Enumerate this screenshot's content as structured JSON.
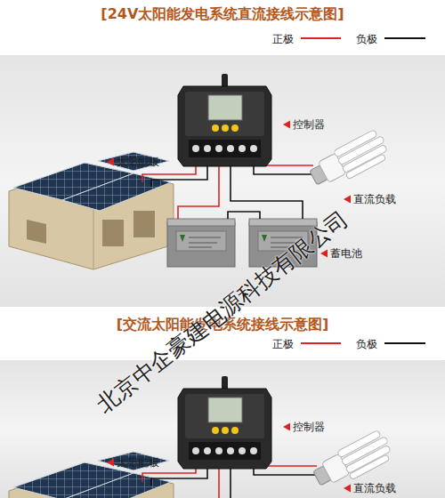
{
  "diagram": {
    "title": "[24V太阳能发电系统直流接线示意图]",
    "labels": [
      "控制器",
      "太阳能板",
      "直流负载",
      "蓄电池",
      "[交流太阳能发电系统接线示意图]",
      "控制器",
      "太阳能板",
      "直流负载",
      "北京中企豪建电源科技有限公司"
    ],
    "legend": [
      {
        "text": "正极"
      },
      {
        "text": "负极"
      },
      {
        "text": "正极"
      },
      {
        "text": "负极"
      }
    ]
  }
}
